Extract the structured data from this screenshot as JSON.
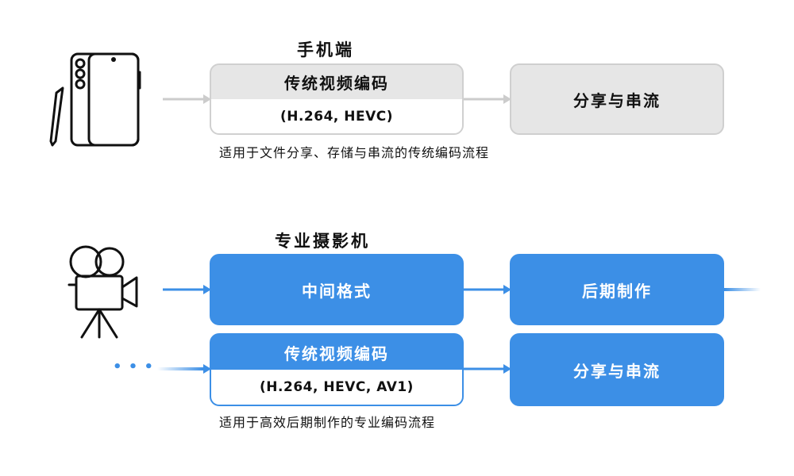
{
  "phone_section": {
    "title": "手机端",
    "encode_box": {
      "title": "传统视频编码",
      "codecs": "(H.264, HEVC)"
    },
    "share_box": "分享与串流",
    "caption": "适用于文件分享、存储与串流的传统编码流程",
    "icon": "foldable-phone-with-stylus-icon",
    "color": "#e6e6e6"
  },
  "pro_section": {
    "title": "专业摄影机",
    "intermediate_box": "中间格式",
    "post_box": "后期制作",
    "encode_box": {
      "title": "传统视频编码",
      "codecs": "(H.264, HEVC, AV1)"
    },
    "share_box": "分享与串流",
    "caption": "适用于高效后期制作的专业编码流程",
    "icon": "movie-camera-on-tripod-icon",
    "ellipsis": "• • •",
    "color": "#3c8fe6"
  }
}
